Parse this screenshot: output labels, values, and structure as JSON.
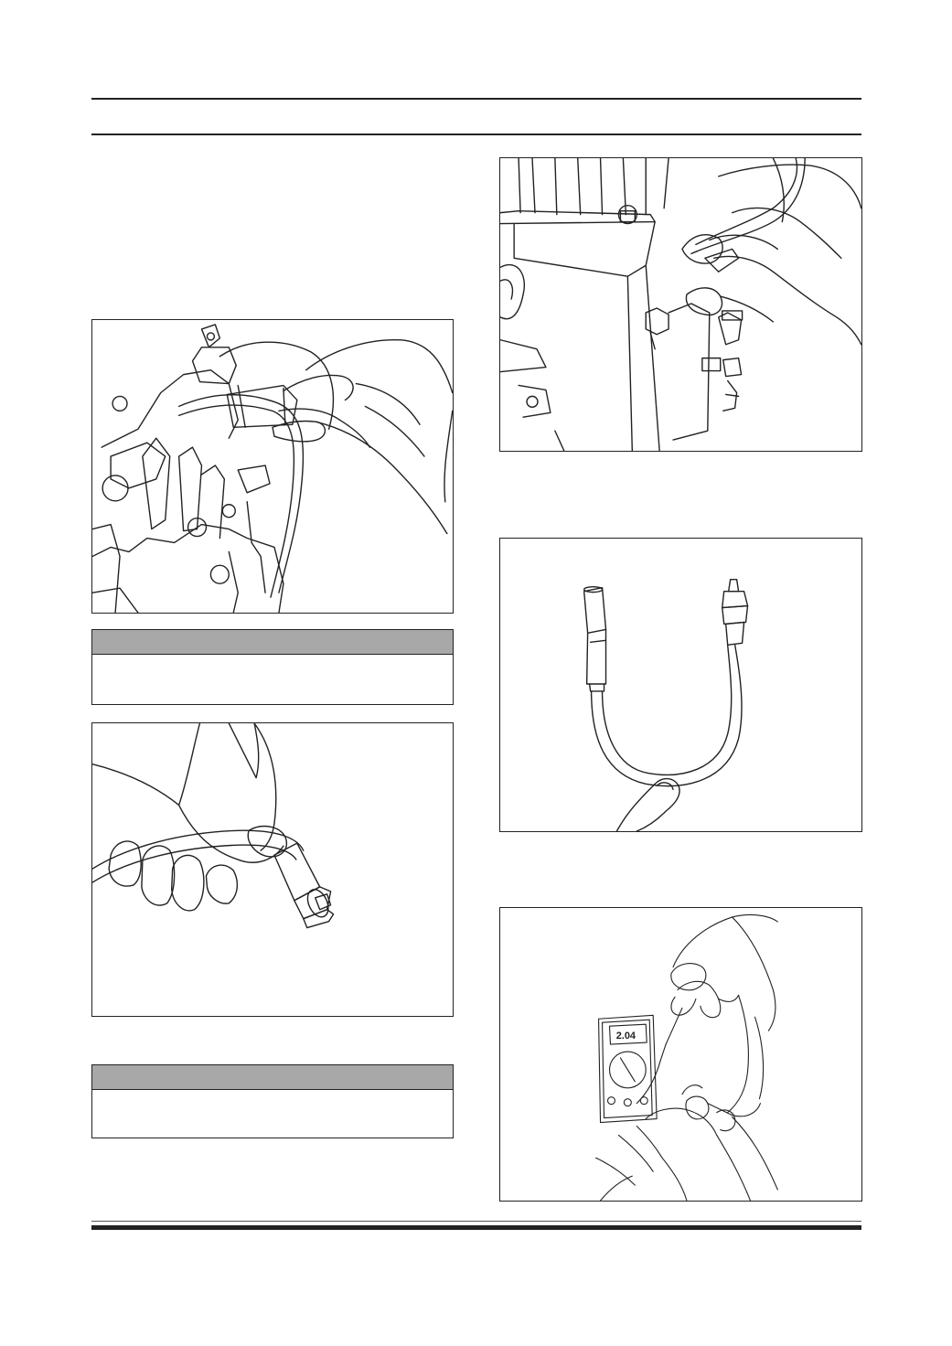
{
  "meter_display": {
    "reading": "2.04"
  },
  "colors": {
    "rule": "#222222",
    "note_header": "#a8a8a8",
    "line_art": "#222222"
  },
  "figures": [
    {
      "id": "fig-1",
      "icon": "spark-plug-cap-removal-illustration"
    },
    {
      "id": "fig-2",
      "icon": "spark-plug-cap-illustration"
    },
    {
      "id": "fig-3",
      "icon": "ignition-coil-removal-illustration"
    },
    {
      "id": "fig-4",
      "icon": "high-tension-lead-illustration"
    },
    {
      "id": "fig-5",
      "icon": "multimeter-test-illustration"
    }
  ]
}
